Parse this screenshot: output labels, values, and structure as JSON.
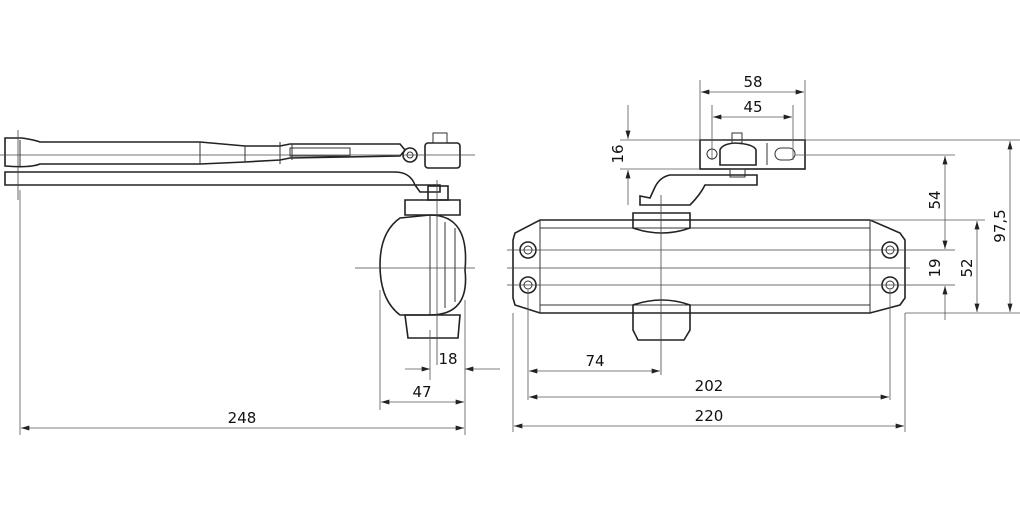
{
  "side_view": {
    "dimensions": {
      "offset_18": "18",
      "depth_47": "47",
      "arm_length_248": "248"
    }
  },
  "front_view": {
    "dimensions": {
      "bracket_width_58": "58",
      "bracket_holes_45": "45",
      "bracket_height_16": "16",
      "arm_offset_54": "54",
      "hole_spacing_19": "19",
      "body_height_52": "52",
      "total_height_97_5": "97,5",
      "axis_offset_74": "74",
      "hole_distance_202": "202",
      "body_length_220": "220"
    }
  }
}
